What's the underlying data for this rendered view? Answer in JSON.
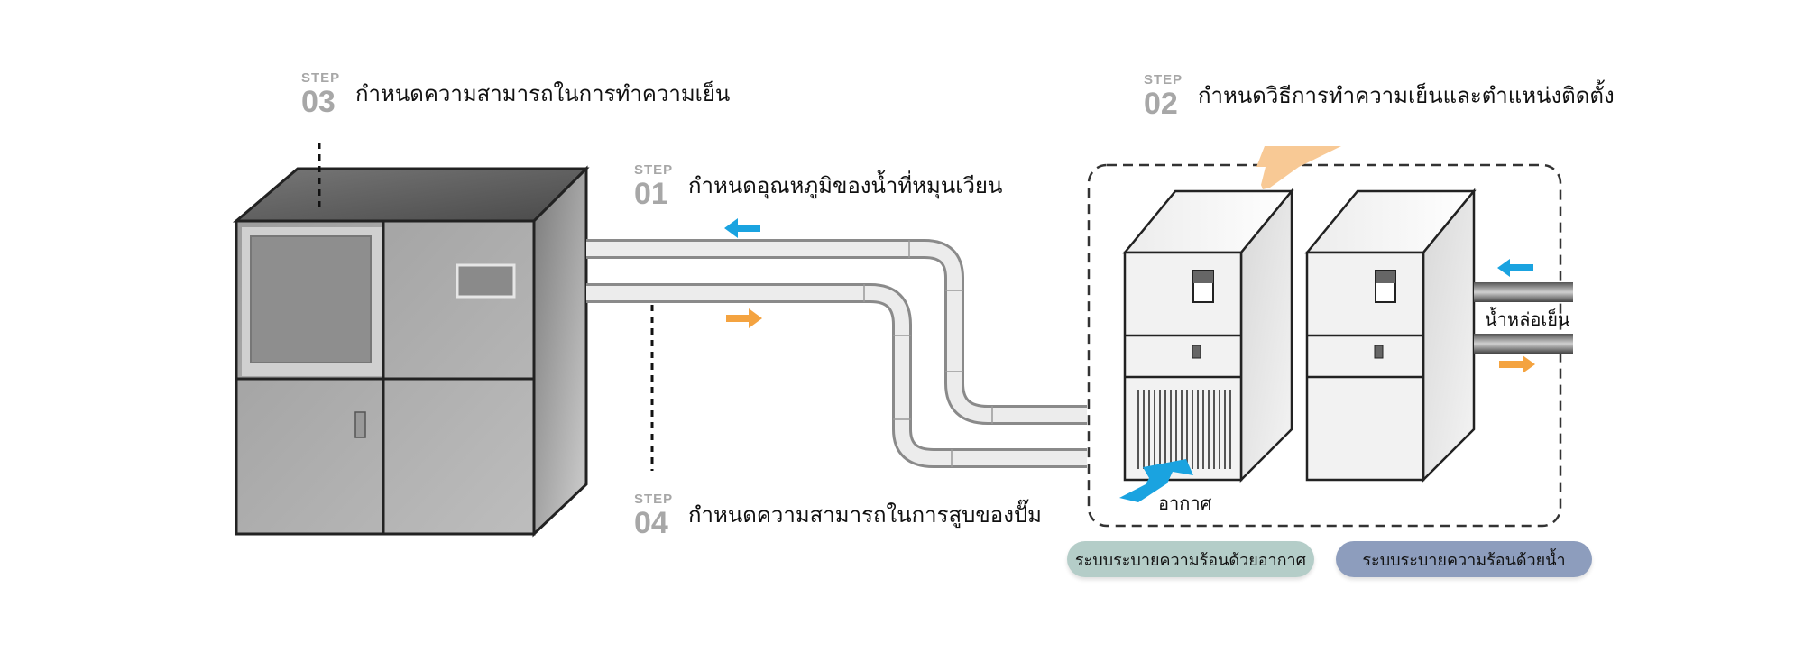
{
  "steps": {
    "step01": {
      "word": "STEP",
      "number": "01",
      "title": "กำหนดอุณหภูมิของน้ำที่หมุนเวียน"
    },
    "step02": {
      "word": "STEP",
      "number": "02",
      "title": "กำหนดวิธีการทำความเย็นและตำแหน่งติดตั้ง"
    },
    "step03": {
      "word": "STEP",
      "number": "03",
      "title": "กำหนดความสามารถในการทำความเย็น"
    },
    "step04": {
      "word": "STEP",
      "number": "04",
      "title": "กำหนดความสามารถในการสูบของปั๊ม"
    }
  },
  "labels": {
    "cooling_water": "น้ำหล่อเย็น",
    "air": "อากาศ"
  },
  "pills": {
    "air_cooled": "ระบบระบายความร้อนด้วยอากาศ",
    "water_cooled": "ระบบระบายความร้อนด้วยน้ำ"
  },
  "colors": {
    "arrow_blue": "#1aa3e0",
    "arrow_orange": "#f4a340",
    "exhaust_arrow": "#f8c995",
    "pill_air": "#b4cdc8",
    "pill_water": "#8d9dbd",
    "step_gray": "#a7a7a7"
  }
}
